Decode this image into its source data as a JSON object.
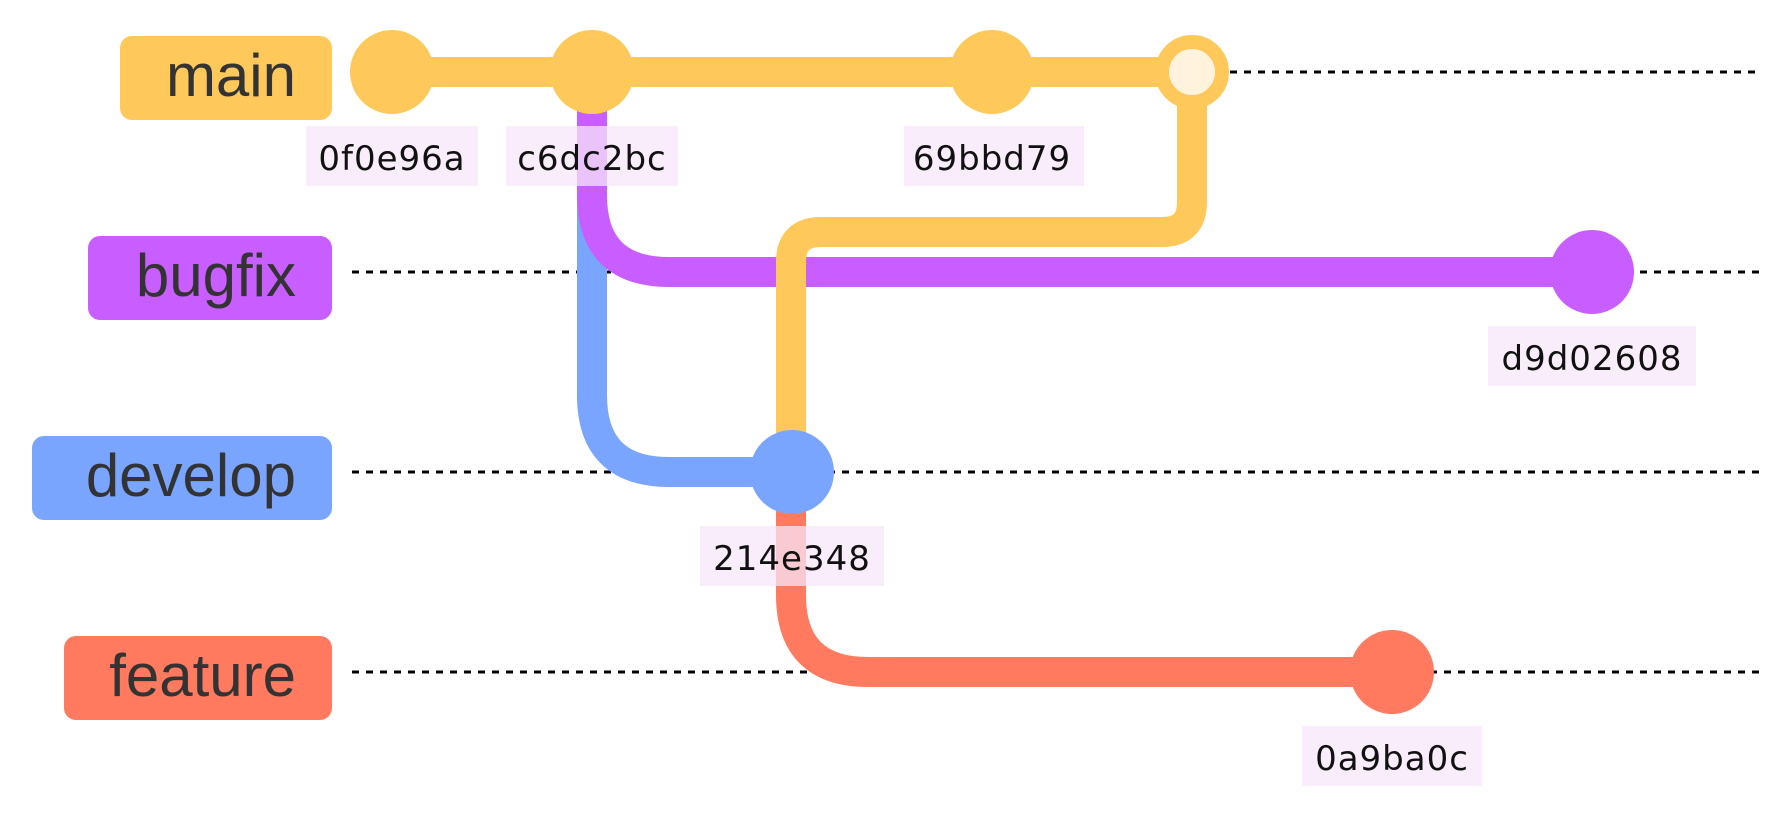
{
  "diagram": {
    "type": "gitgraph",
    "branches": [
      {
        "name": "main",
        "color": "#ffc85a"
      },
      {
        "name": "bugfix",
        "color": "#c85eff"
      },
      {
        "name": "develop",
        "color": "#7aa5ff"
      },
      {
        "name": "feature",
        "color": "#ff7a5e"
      }
    ],
    "commits": [
      {
        "id": "0f0e96a",
        "branch": "main"
      },
      {
        "id": "c6dc2bc",
        "branch": "main"
      },
      {
        "id": "69bbd79",
        "branch": "main"
      },
      {
        "id": "merge",
        "branch": "main",
        "type": "merge"
      },
      {
        "id": "d9d02608",
        "branch": "bugfix"
      },
      {
        "id": "214e348",
        "branch": "develop"
      },
      {
        "id": "0a9ba0c",
        "branch": "feature"
      }
    ],
    "merge_fill": "#fff3dd",
    "label_background": "#f7e6fa"
  }
}
